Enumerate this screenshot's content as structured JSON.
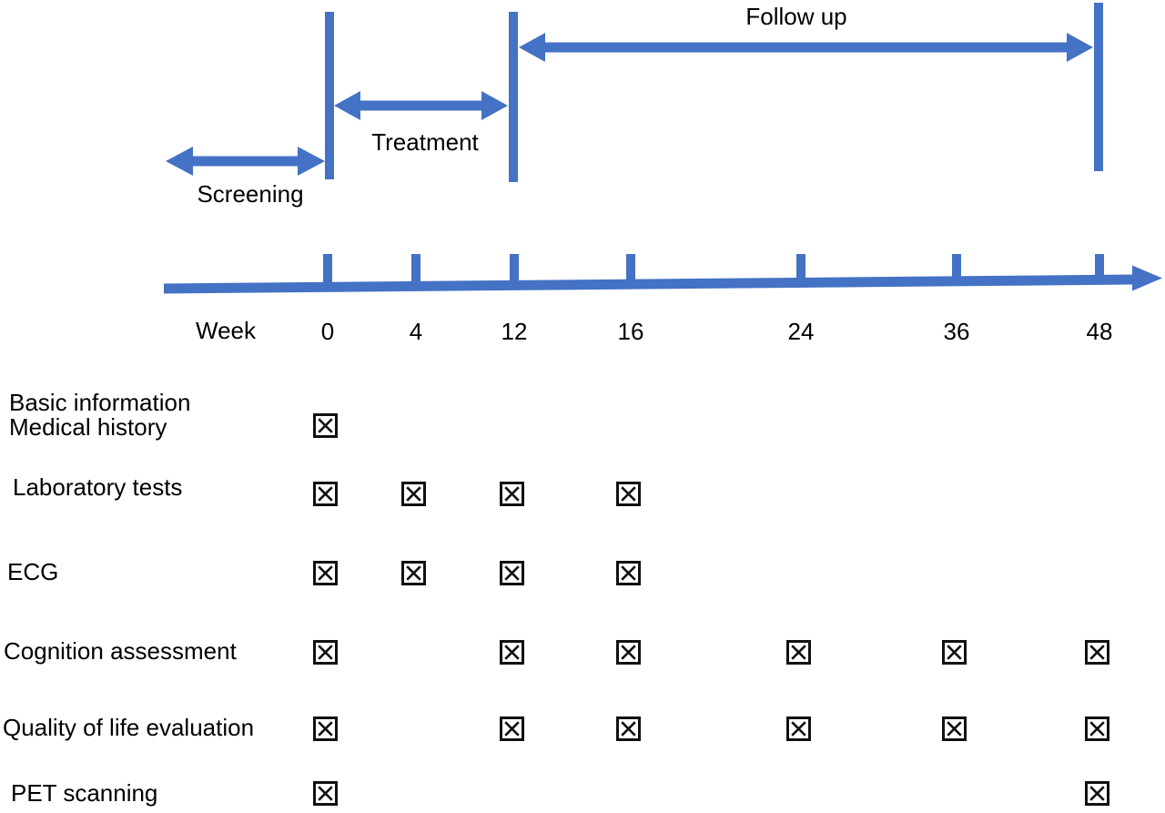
{
  "figure": {
    "type": "clinical-trial-study-schedule",
    "colors": {
      "accent": "#4472C4",
      "text": "#000000",
      "checkbox": "#111111"
    },
    "phase_spans": [
      {
        "label": "Screening",
        "from_week": null,
        "to_week": 0
      },
      {
        "label": "Treatment",
        "from_week": 0,
        "to_week": 12
      },
      {
        "label": "Follow up",
        "from_week": 12,
        "to_week": 48
      }
    ],
    "timeline": {
      "axis_label": "Week",
      "weeks": [
        0,
        4,
        12,
        16,
        24,
        36,
        48
      ]
    },
    "checkbox_symbol": "x-marked-checkbox",
    "schedule_rows": [
      {
        "label_lines": [
          "Basic information",
          "Medical history"
        ],
        "checked_weeks": [
          0
        ]
      },
      {
        "label_lines": [
          "Laboratory tests"
        ],
        "checked_weeks": [
          0,
          4,
          12,
          16
        ]
      },
      {
        "label_lines": [
          "ECG"
        ],
        "checked_weeks": [
          0,
          4,
          12,
          16
        ]
      },
      {
        "label_lines": [
          "Cognition assessment"
        ],
        "checked_weeks": [
          0,
          12,
          16,
          24,
          36,
          48
        ]
      },
      {
        "label_lines": [
          "Quality of life evaluation"
        ],
        "checked_weeks": [
          0,
          12,
          16,
          24,
          36,
          48
        ]
      },
      {
        "label_lines": [
          "PET scanning"
        ],
        "checked_weeks": [
          0,
          48
        ]
      }
    ]
  }
}
